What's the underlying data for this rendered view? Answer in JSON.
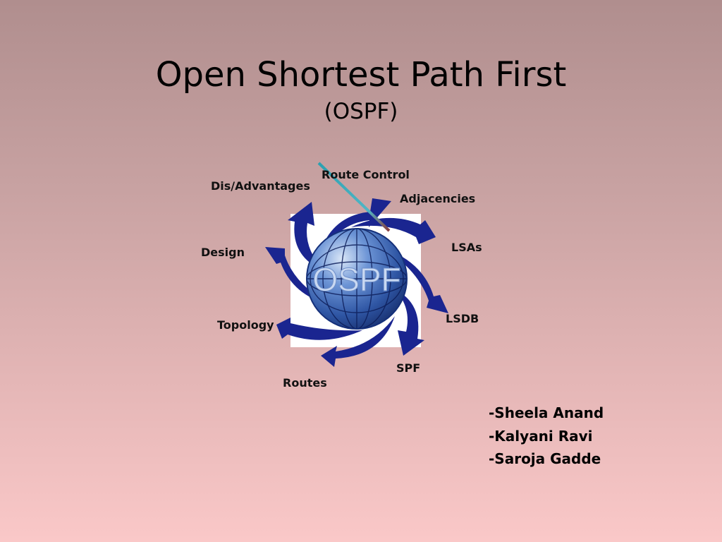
{
  "slide": {
    "title": "Open Shortest Path First",
    "subtitle": "(OSPF)"
  },
  "diagram": {
    "center_label": "OSPF",
    "labels": {
      "route_control": "Route Control",
      "adjacencies": "Adjacencies",
      "lsas": "LSAs",
      "lsdb": "LSDB",
      "spf": "SPF",
      "routes": "Routes",
      "topology": "Topology",
      "design": "Design",
      "dis_advantages": "Dis/Advantages"
    },
    "colors": {
      "arrow": "#1a2590",
      "globe": "#3b63b4"
    }
  },
  "authors": [
    "-Sheela Anand",
    "-Kalyani Ravi",
    "-Saroja Gadde"
  ]
}
